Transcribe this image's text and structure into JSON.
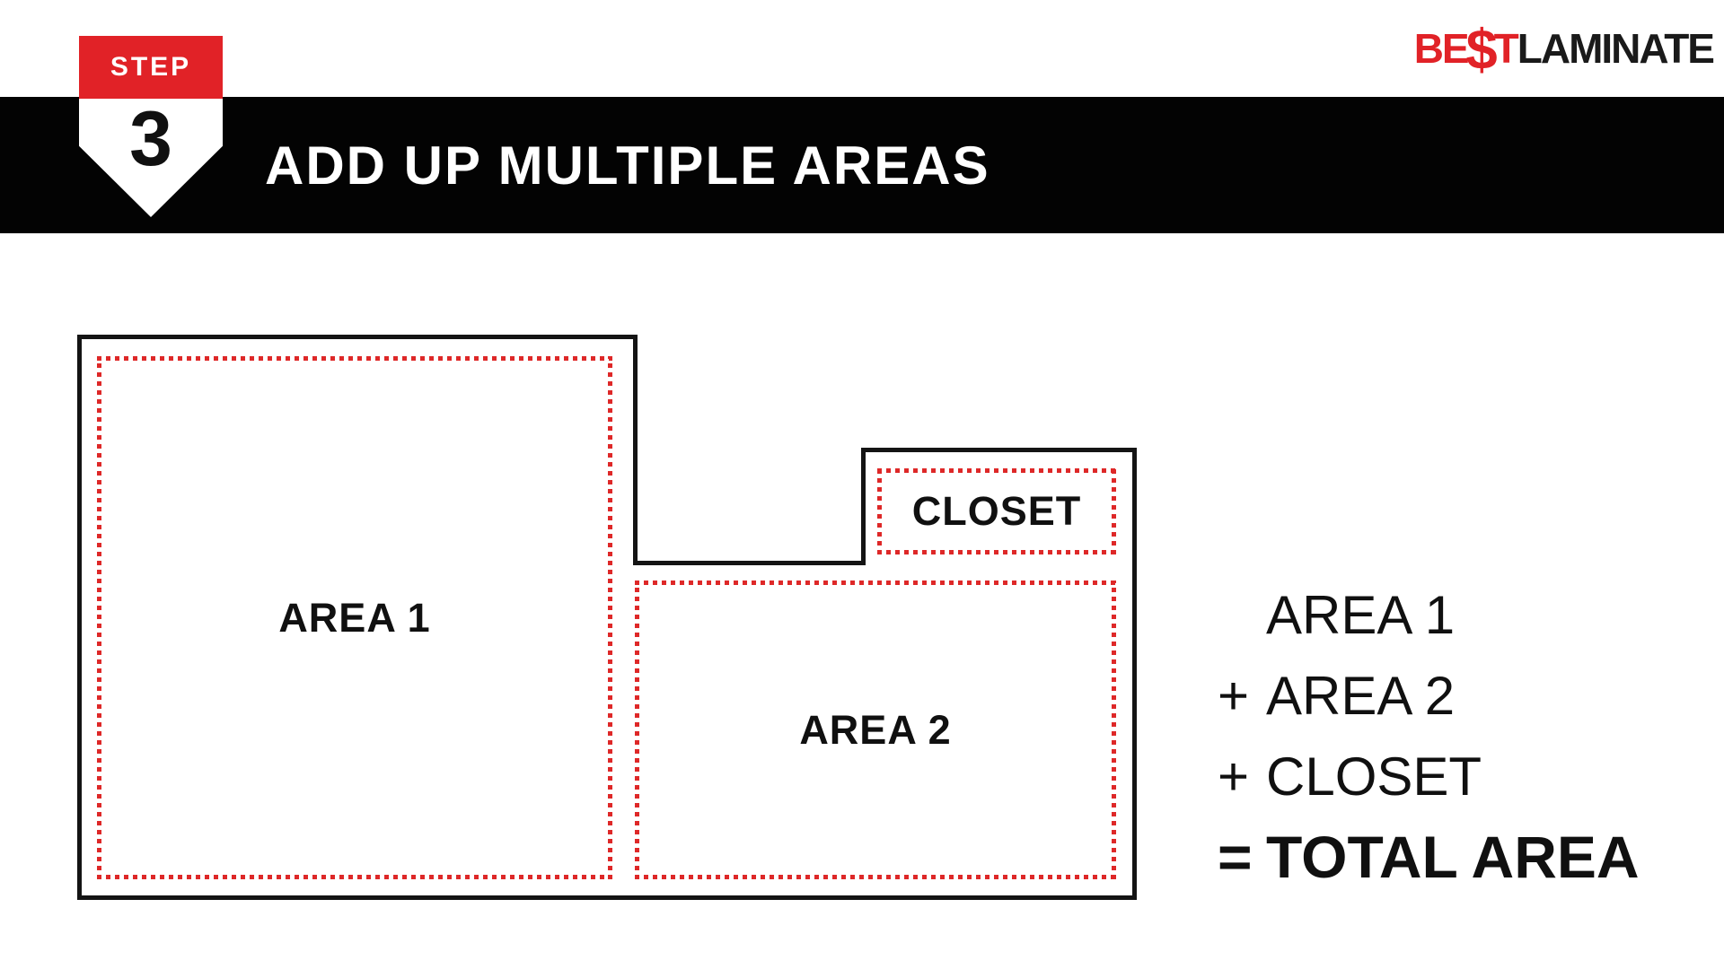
{
  "step_badge": {
    "label": "STEP",
    "number": "3"
  },
  "header": {
    "title": "ADD UP MULTIPLE AREAS"
  },
  "logo": {
    "best": "BE",
    "dollar": "$",
    "t": "T",
    "laminate": "LAMINATE"
  },
  "floorplan": {
    "area1_label": "AREA 1",
    "area2_label": "AREA 2",
    "closet_label": "CLOSET"
  },
  "summary": {
    "lines": [
      {
        "prefix": "",
        "label": "AREA 1"
      },
      {
        "prefix": "+",
        "label": "AREA 2"
      },
      {
        "prefix": "+",
        "label": "CLOSET"
      },
      {
        "prefix": "=",
        "label": "TOTAL AREA"
      }
    ]
  },
  "colors": {
    "accent_red": "#e12227",
    "dotted_red": "#de2828",
    "wall_black": "#141414",
    "banner_black": "#030303"
  }
}
